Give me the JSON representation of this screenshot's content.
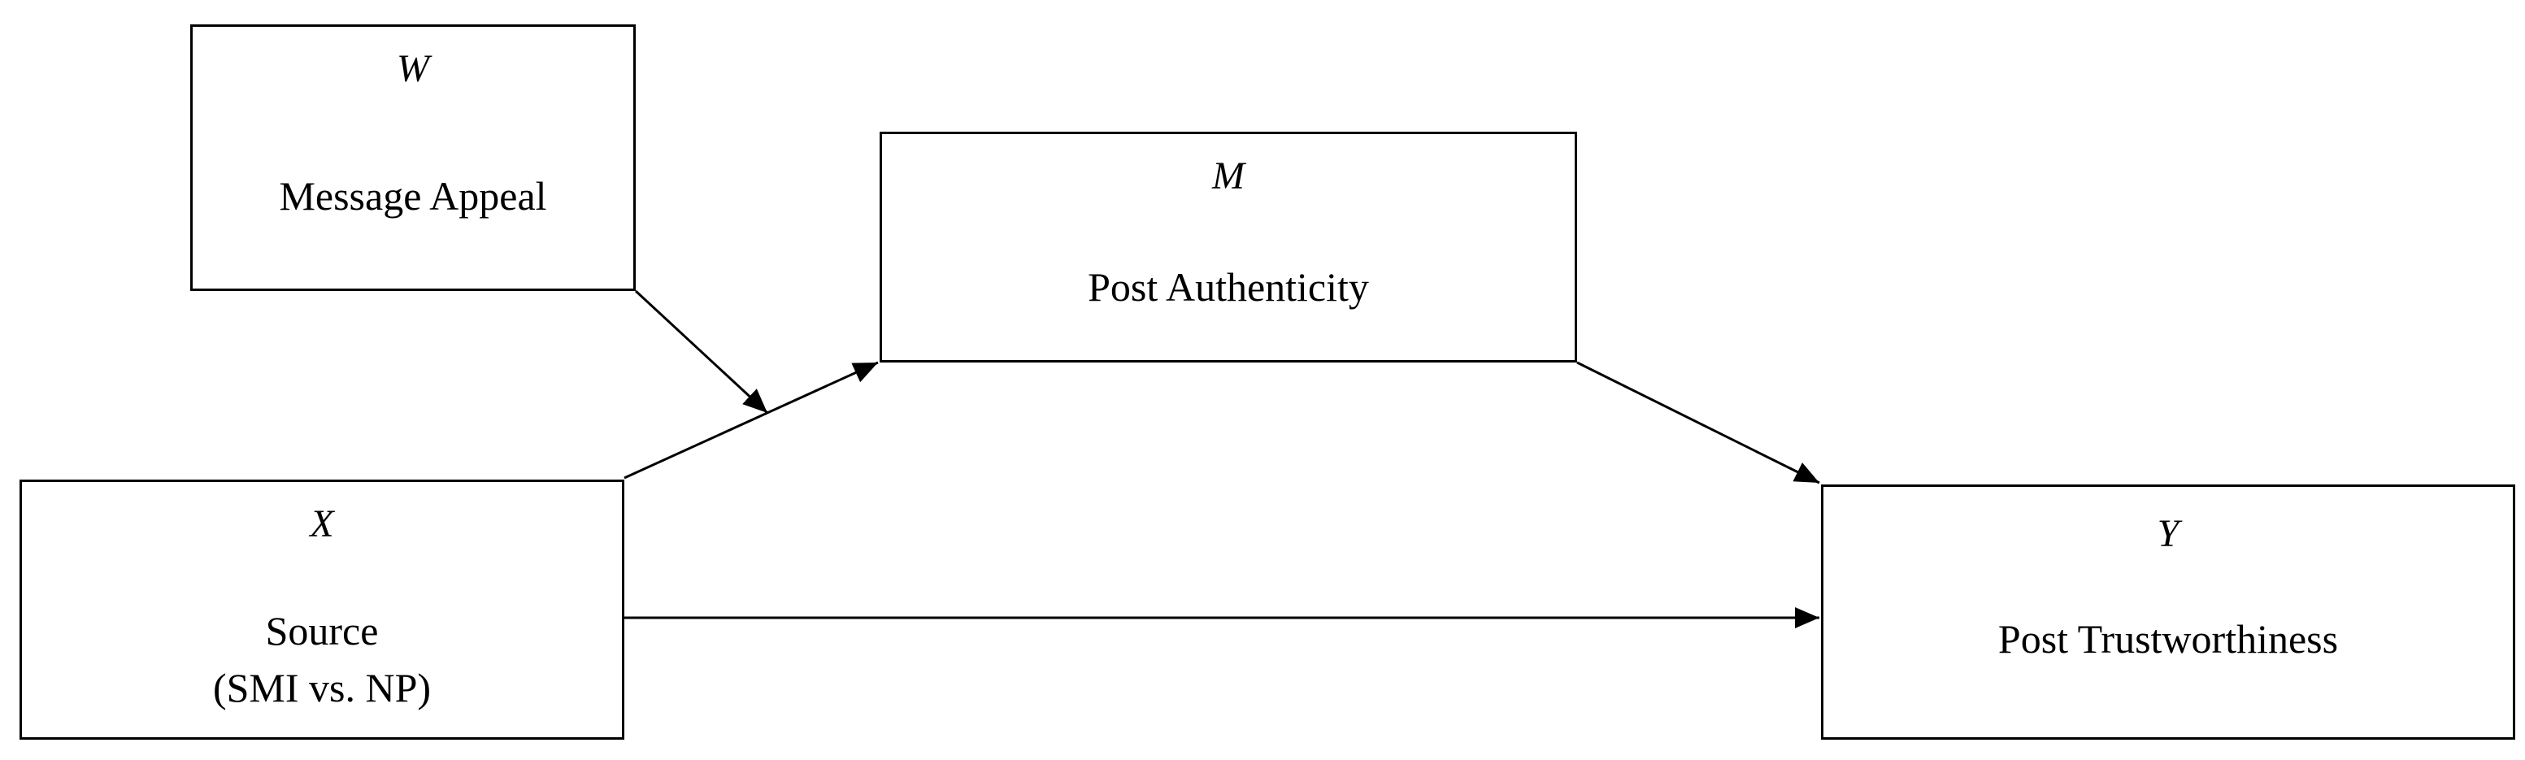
{
  "nodes": {
    "w": {
      "symbol": "W",
      "label": "Message Appeal"
    },
    "m": {
      "symbol": "M",
      "label": "Post Authenticity"
    },
    "x": {
      "symbol": "X",
      "label_line1": "Source",
      "label_line2": "(SMI vs. NP)"
    },
    "y": {
      "symbol": "Y",
      "label": "Post Trustworthiness"
    }
  },
  "edges": [
    {
      "from": "x",
      "to": "m"
    },
    {
      "from": "w",
      "to": "x-m path"
    },
    {
      "from": "m",
      "to": "y"
    },
    {
      "from": "x",
      "to": "y"
    }
  ],
  "colors": {
    "line": "#000000",
    "background": "#ffffff"
  }
}
